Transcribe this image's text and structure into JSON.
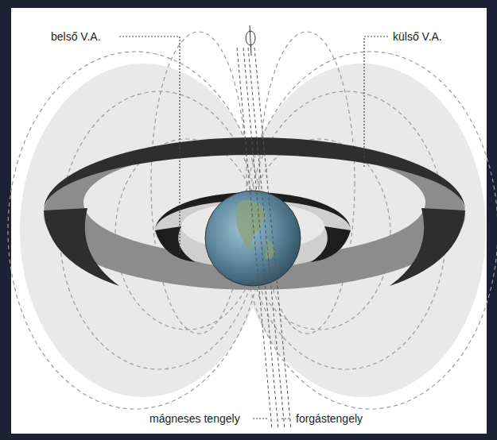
{
  "diagram": {
    "labels": [
      "belső V.A.",
      "külső V.A.",
      "mágneses tengely",
      "forgástengely"
    ]
  }
}
